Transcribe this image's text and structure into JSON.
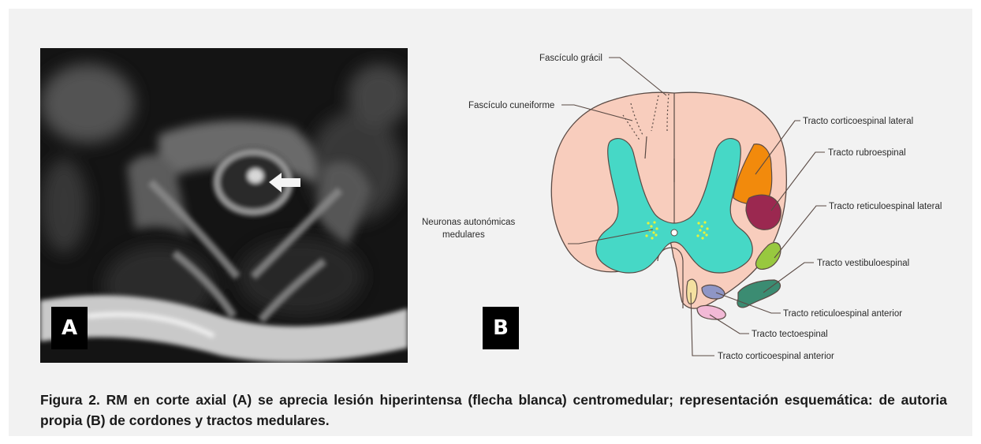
{
  "panel_a": {
    "label": "A"
  },
  "panel_b": {
    "label": "B"
  },
  "diagram": {
    "labels": {
      "fasciculo_gracil": "Fascículo grácil",
      "fasciculo_cuneiforme": "Fascículo cuneiforme",
      "tracto_corticoespinal_lateral": "Tracto corticoespinal lateral",
      "tracto_rubroespinal": "Tracto rubroespinal",
      "tracto_reticuloespinal_lateral": "Tracto reticuloespinal lateral",
      "neuronas_line1": "Neuronas autonómicas",
      "neuronas_line2": "medulares",
      "tracto_vestibuloespinal": "Tracto vestibuloespinal",
      "tracto_reticuloespinal_anterior": "Tracto reticuloespinal anterior",
      "tracto_tectoespinal": "Tracto tectoespinal",
      "tracto_corticoespinal_anterior": "Tracto corticoespinal anterior"
    },
    "colors": {
      "white_matter": "#f8cdbd",
      "gray_matter": "#46d8c6",
      "corticoespinal_lateral": "#f28a0c",
      "rubroespinal": "#9b2850",
      "reticuloespinal_lateral": "#98c83f",
      "vestibuloespinal": "#3b8c72",
      "reticuloespinal_anterior": "#8f96c6",
      "tectoespinal": "#f2b9d6",
      "corticoespinal_anterior": "#f4e0a0",
      "autonomic_neurons": "#e8f23a"
    }
  },
  "caption": "Figura 2. RM en corte axial (A) se aprecia lesión hiperintensa (flecha blanca) centromedular; representación esquemática: de autoria propia (B) de cordones y tractos medulares."
}
